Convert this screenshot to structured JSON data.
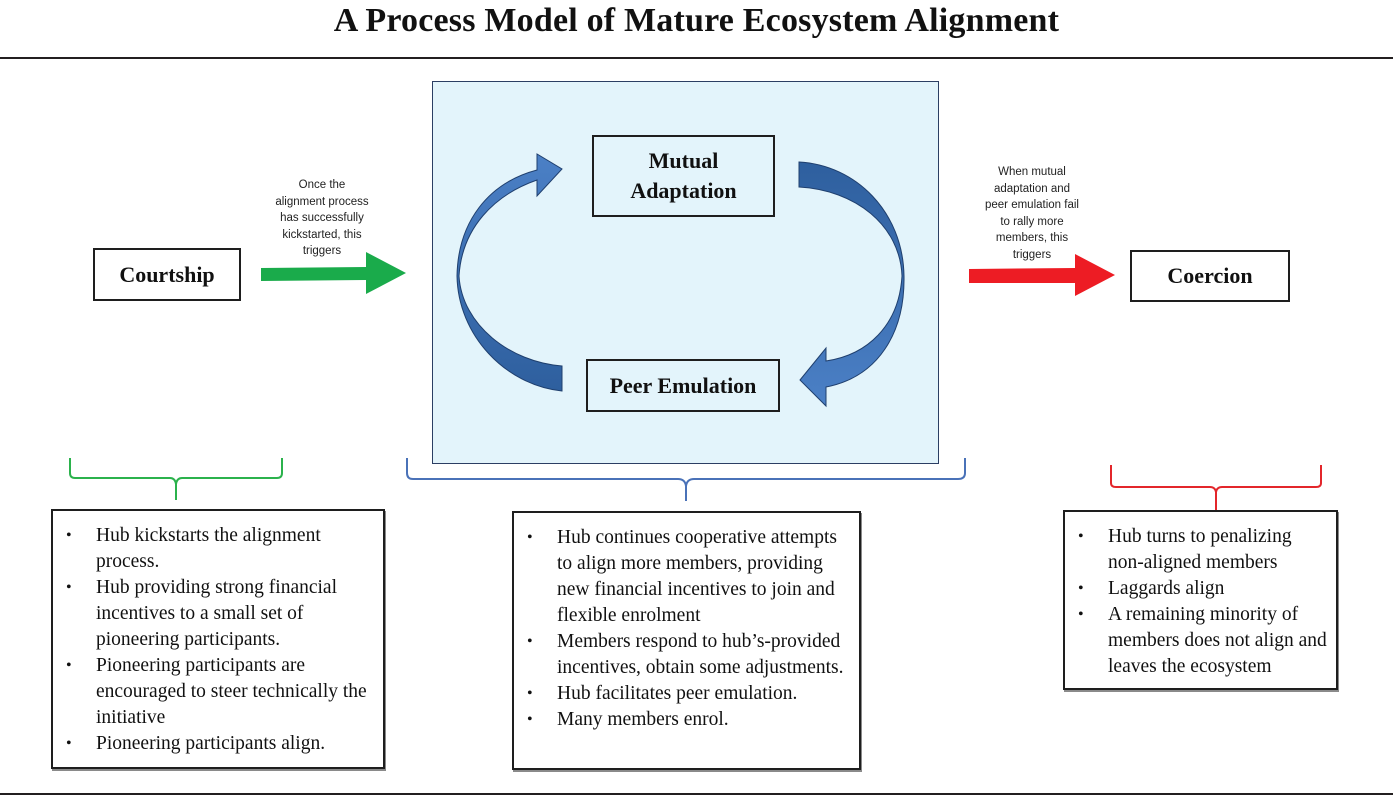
{
  "title": "A Process Model of Mature Ecosystem Alignment",
  "stages": {
    "courtship": "Courtship",
    "mutual_adaptation_line1": "Mutual",
    "mutual_adaptation_line2": "Adaptation",
    "peer_emulation": "Peer Emulation",
    "coercion": "Coercion"
  },
  "transitions": {
    "to_cycle": {
      "lines": [
        "Once the",
        "alignment process",
        "has successfully",
        "kickstarted, this",
        "triggers"
      ],
      "color": "#1aab4b"
    },
    "to_coercion": {
      "lines": [
        "When mutual",
        "adaptation and",
        "peer emulation fail",
        "to rally more",
        "members, this",
        "triggers"
      ],
      "color": "#ed1c24"
    }
  },
  "cycle_arrow_color": "#3a6fb4",
  "bracket_colors": {
    "courtship": "#2bb24c",
    "cycle": "#4a72b8",
    "coercion": "#e3262b"
  },
  "descriptions": {
    "courtship": [
      "Hub kickstarts the alignment process.",
      "Hub providing strong financial incentives to a small set of pioneering participants.",
      "Pioneering participants are encouraged to steer technically the initiative",
      "Pioneering participants align."
    ],
    "cycle": [
      "Hub continues cooperative attempts to align more members, providing new financial incentives to join and flexible enrolment",
      "Members respond to hub’s-provided incentives, obtain some adjustments.",
      "Hub facilitates peer emulation.",
      "Many members enrol."
    ],
    "coercion": [
      "Hub turns to penalizing non-aligned members",
      "Laggards align",
      "A remaining minority of members does not align and leaves the ecosystem"
    ]
  }
}
